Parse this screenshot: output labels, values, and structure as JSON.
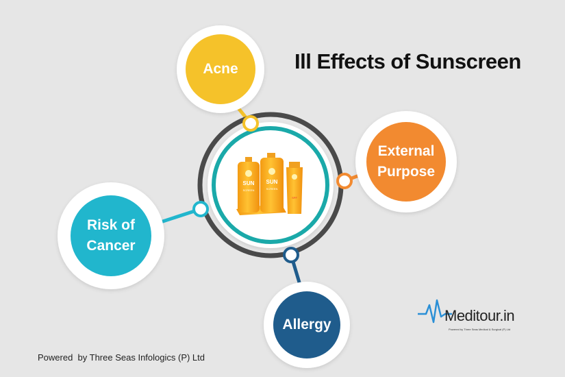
{
  "title": "Ill Effects of Sunscreen",
  "center": {
    "product_icon": "sunscreen-bottles-icon",
    "bottle_text_1": "SUN",
    "bottle_text_2": "SCREEN",
    "bottle_text_3": "SPF"
  },
  "nodes": [
    {
      "id": "acne",
      "label": "Acne",
      "color": "#f5c22a"
    },
    {
      "id": "external-purpose",
      "label": "External\nPurpose",
      "color": "#f28a30"
    },
    {
      "id": "risk-of-cancer",
      "label": "Risk of\nCancer",
      "color": "#21b6cd"
    },
    {
      "id": "allergy",
      "label": "Allergy",
      "color": "#1f5c8c"
    }
  ],
  "colors": {
    "background": "#e6e6e6",
    "ring_dark": "#4a4a4a",
    "ring_teal": "#1aa9a9",
    "halo": "#ffffff"
  },
  "logo": {
    "name": "Meditour.in",
    "icon": "heartbeat-pulse-icon",
    "tagline": "Powered by Three Seas Medical & Surgical (P) Ltd"
  },
  "footer": "Powered  by Three Seas Infologics (P) Ltd"
}
